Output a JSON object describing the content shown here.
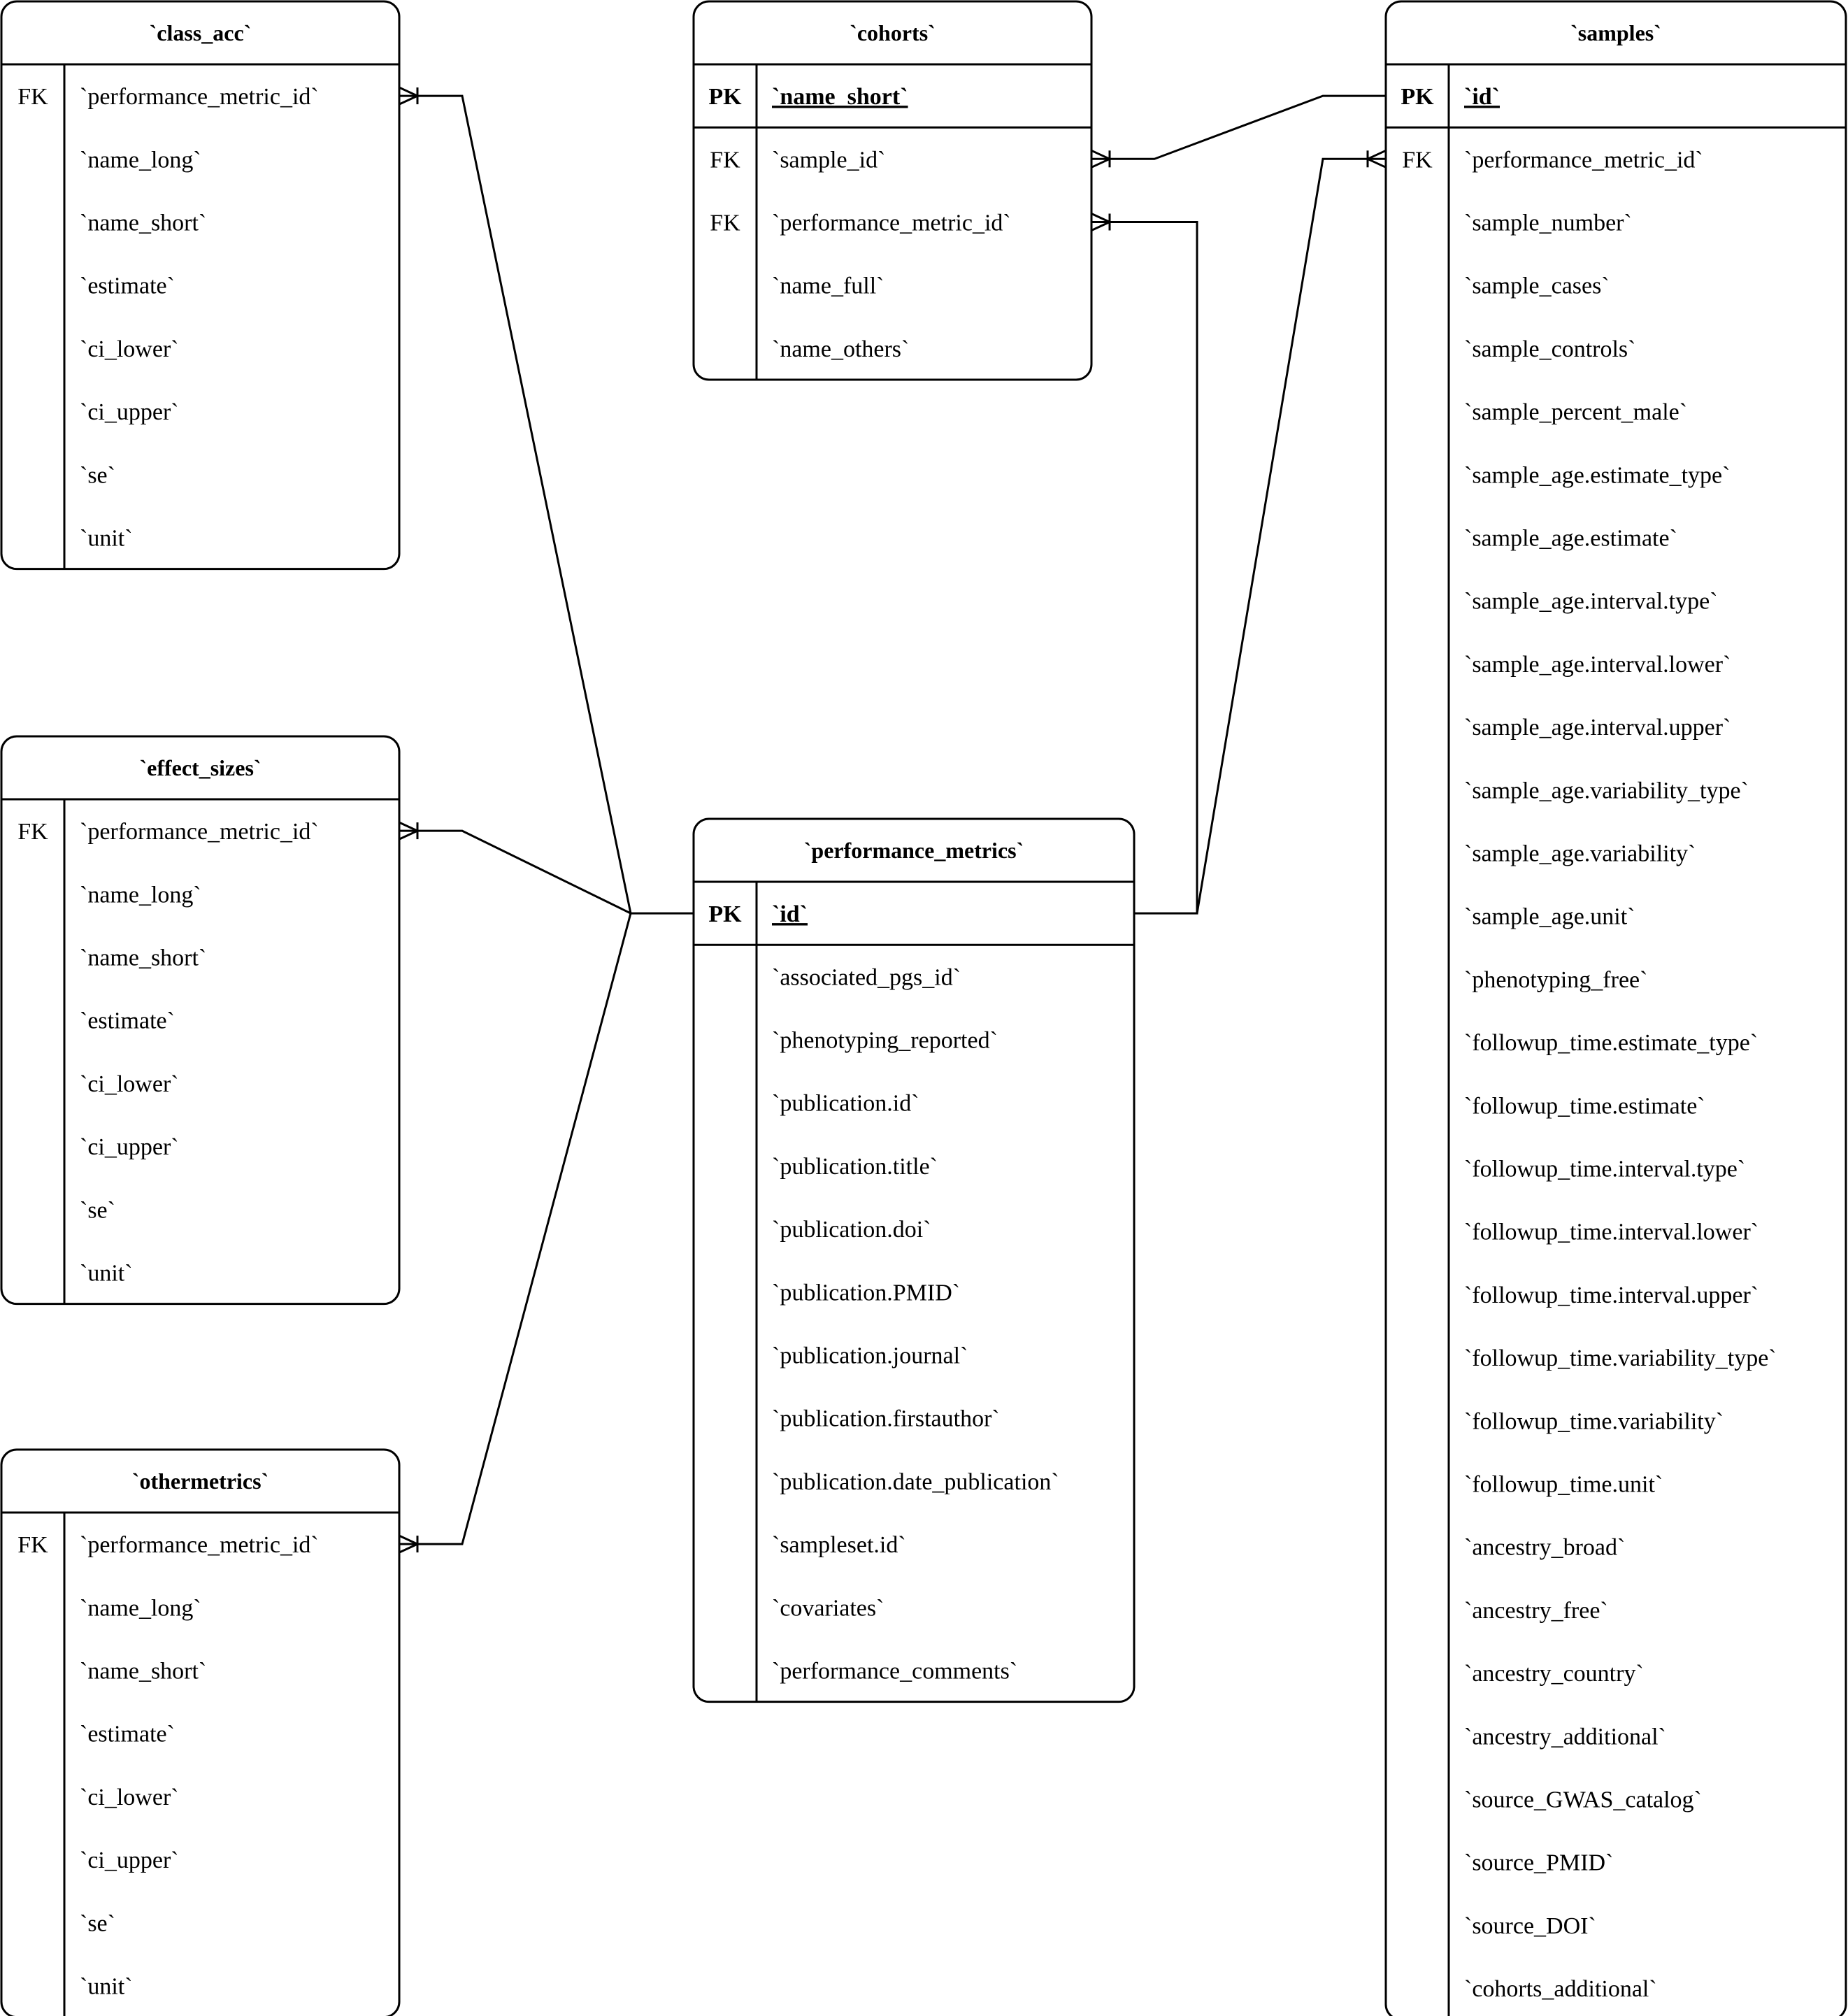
{
  "tables": [
    {
      "id": "class_acc",
      "title": "`class_acc`",
      "rows": [
        {
          "key": "FK",
          "field": "`performance_metric_id`"
        },
        {
          "key": "",
          "field": "`name_long`"
        },
        {
          "key": "",
          "field": "`name_short`"
        },
        {
          "key": "",
          "field": "`estimate`"
        },
        {
          "key": "",
          "field": "`ci_lower`"
        },
        {
          "key": "",
          "field": "`ci_upper`"
        },
        {
          "key": "",
          "field": "`se`"
        },
        {
          "key": "",
          "field": "`unit`"
        }
      ]
    },
    {
      "id": "effect_sizes",
      "title": "`effect_sizes`",
      "rows": [
        {
          "key": "FK",
          "field": "`performance_metric_id`"
        },
        {
          "key": "",
          "field": "`name_long`"
        },
        {
          "key": "",
          "field": "`name_short`"
        },
        {
          "key": "",
          "field": "`estimate`"
        },
        {
          "key": "",
          "field": "`ci_lower`"
        },
        {
          "key": "",
          "field": "`ci_upper`"
        },
        {
          "key": "",
          "field": "`se`"
        },
        {
          "key": "",
          "field": "`unit`"
        }
      ]
    },
    {
      "id": "othermetrics",
      "title": "`othermetrics`",
      "rows": [
        {
          "key": "FK",
          "field": "`performance_metric_id`"
        },
        {
          "key": "",
          "field": "`name_long`"
        },
        {
          "key": "",
          "field": "`name_short`"
        },
        {
          "key": "",
          "field": "`estimate`"
        },
        {
          "key": "",
          "field": "`ci_lower`"
        },
        {
          "key": "",
          "field": "`ci_upper`"
        },
        {
          "key": "",
          "field": "`se`"
        },
        {
          "key": "",
          "field": "`unit`"
        }
      ]
    },
    {
      "id": "cohorts",
      "title": "`cohorts`",
      "pk": {
        "key": "PK",
        "field": "`name_short`"
      },
      "rows": [
        {
          "key": "FK",
          "field": "`sample_id`"
        },
        {
          "key": "FK",
          "field": "`performance_metric_id`"
        },
        {
          "key": "",
          "field": "`name_full`"
        },
        {
          "key": "",
          "field": "`name_others`"
        }
      ]
    },
    {
      "id": "performance_metrics",
      "title": "`performance_metrics`",
      "pk": {
        "key": "PK",
        "field": "`id`"
      },
      "rows": [
        {
          "key": "",
          "field": "`associated_pgs_id`"
        },
        {
          "key": "",
          "field": "`phenotyping_reported`"
        },
        {
          "key": "",
          "field": "`publication.id`"
        },
        {
          "key": "",
          "field": "`publication.title`"
        },
        {
          "key": "",
          "field": "`publication.doi`"
        },
        {
          "key": "",
          "field": "`publication.PMID`"
        },
        {
          "key": "",
          "field": "`publication.journal`"
        },
        {
          "key": "",
          "field": "`publication.firstauthor`"
        },
        {
          "key": "",
          "field": "`publication.date_publication`"
        },
        {
          "key": "",
          "field": "`sampleset.id`"
        },
        {
          "key": "",
          "field": "`covariates`"
        },
        {
          "key": "",
          "field": "`performance_comments`"
        }
      ]
    },
    {
      "id": "samples",
      "title": "`samples`",
      "pk": {
        "key": "PK",
        "field": "`id`"
      },
      "rows": [
        {
          "key": "FK",
          "field": "`performance_metric_id`"
        },
        {
          "key": "",
          "field": "`sample_number`"
        },
        {
          "key": "",
          "field": "`sample_cases`"
        },
        {
          "key": "",
          "field": "`sample_controls`"
        },
        {
          "key": "",
          "field": "`sample_percent_male`"
        },
        {
          "key": "",
          "field": "`sample_age.estimate_type`"
        },
        {
          "key": "",
          "field": "`sample_age.estimate`"
        },
        {
          "key": "",
          "field": "`sample_age.interval.type`"
        },
        {
          "key": "",
          "field": "`sample_age.interval.lower`"
        },
        {
          "key": "",
          "field": "`sample_age.interval.upper`"
        },
        {
          "key": "",
          "field": "`sample_age.variability_type`"
        },
        {
          "key": "",
          "field": "`sample_age.variability`"
        },
        {
          "key": "",
          "field": "`sample_age.unit`"
        },
        {
          "key": "",
          "field": "`phenotyping_free`"
        },
        {
          "key": "",
          "field": "`followup_time.estimate_type`"
        },
        {
          "key": "",
          "field": "`followup_time.estimate`"
        },
        {
          "key": "",
          "field": "`followup_time.interval.type`"
        },
        {
          "key": "",
          "field": "`followup_time.interval.lower`"
        },
        {
          "key": "",
          "field": "`followup_time.interval.upper`"
        },
        {
          "key": "",
          "field": "`followup_time.variability_type`"
        },
        {
          "key": "",
          "field": "`followup_time.variability`"
        },
        {
          "key": "",
          "field": "`followup_time.unit`"
        },
        {
          "key": "",
          "field": "`ancestry_broad`"
        },
        {
          "key": "",
          "field": "`ancestry_free`"
        },
        {
          "key": "",
          "field": "`ancestry_country`"
        },
        {
          "key": "",
          "field": "`ancestry_additional`"
        },
        {
          "key": "",
          "field": "`source_GWAS_catalog`"
        },
        {
          "key": "",
          "field": "`source_PMID`"
        },
        {
          "key": "",
          "field": "`source_DOI`"
        },
        {
          "key": "",
          "field": "`cohorts_additional`"
        }
      ]
    }
  ],
  "relationships": [
    {
      "from": "class_acc.performance_metric_id",
      "to": "performance_metrics.id",
      "cardinality": "one-or-many"
    },
    {
      "from": "effect_sizes.performance_metric_id",
      "to": "performance_metrics.id",
      "cardinality": "one-or-many"
    },
    {
      "from": "othermetrics.performance_metric_id",
      "to": "performance_metrics.id",
      "cardinality": "one-or-many"
    },
    {
      "from": "cohorts.sample_id",
      "to": "samples.id",
      "cardinality": "one-or-many"
    },
    {
      "from": "cohorts.performance_metric_id",
      "to": "performance_metrics.id",
      "cardinality": "one-or-many"
    },
    {
      "from": "samples.performance_metric_id",
      "to": "performance_metrics.id",
      "cardinality": "one-or-many"
    }
  ]
}
